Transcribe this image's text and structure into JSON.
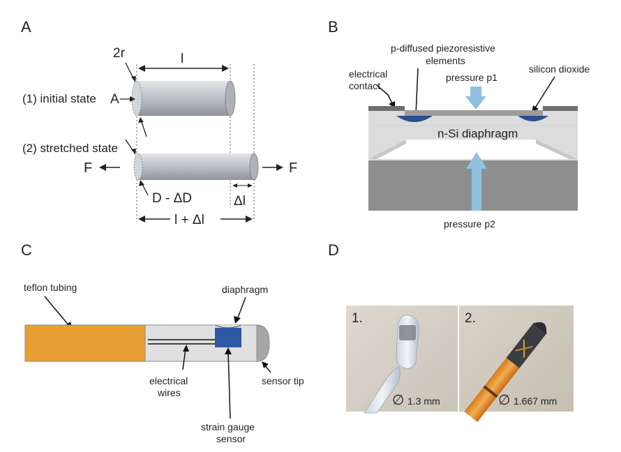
{
  "panels": {
    "a": {
      "letter": "A",
      "two_r": "2r",
      "length": "l",
      "initial_state": "(1) initial state",
      "area": "A",
      "stretched_state": "(2) stretched state",
      "force_left": "F",
      "force_right": "F",
      "diameter_change": "D - ΔD",
      "length_change": "Δl",
      "total_length": "l + Δl"
    },
    "b": {
      "letter": "B",
      "piezo_line1": "p-diffused piezoresistive",
      "piezo_line2": "elements",
      "electrical_line1": "electrical",
      "electrical_line2": "contact",
      "pressure_p1": "pressure p1",
      "silicon_dioxide": "silicon dioxide",
      "diaphragm": "n-Si diaphragm",
      "pressure_p2": "pressure p2"
    },
    "c": {
      "letter": "C",
      "teflon_tubing": "teflon tubing",
      "diaphragm": "diaphragm",
      "wires_line1": "electrical",
      "wires_line2": "wires",
      "sensor_tip": "sensor tip",
      "strain_line1": "strain gauge",
      "strain_line2": "sensor"
    },
    "d": {
      "letter": "D",
      "photo1_number": "1.",
      "photo1_size": "1.3 mm",
      "photo2_number": "2.",
      "photo2_size": "1.667 mm",
      "diameter_symbol": "∅"
    }
  },
  "colors": {
    "rod": "#bfc3c9",
    "silicon_dark": "#8e8e8e",
    "silicon_light": "#dcdcdc",
    "oxide_blue": "#2a4f8c",
    "arrow_blue": "#8ec2e0",
    "teflon_orange": "#e8a035",
    "sensor_blue": "#2f58a6",
    "tip_gray": "#a6a6a6"
  }
}
